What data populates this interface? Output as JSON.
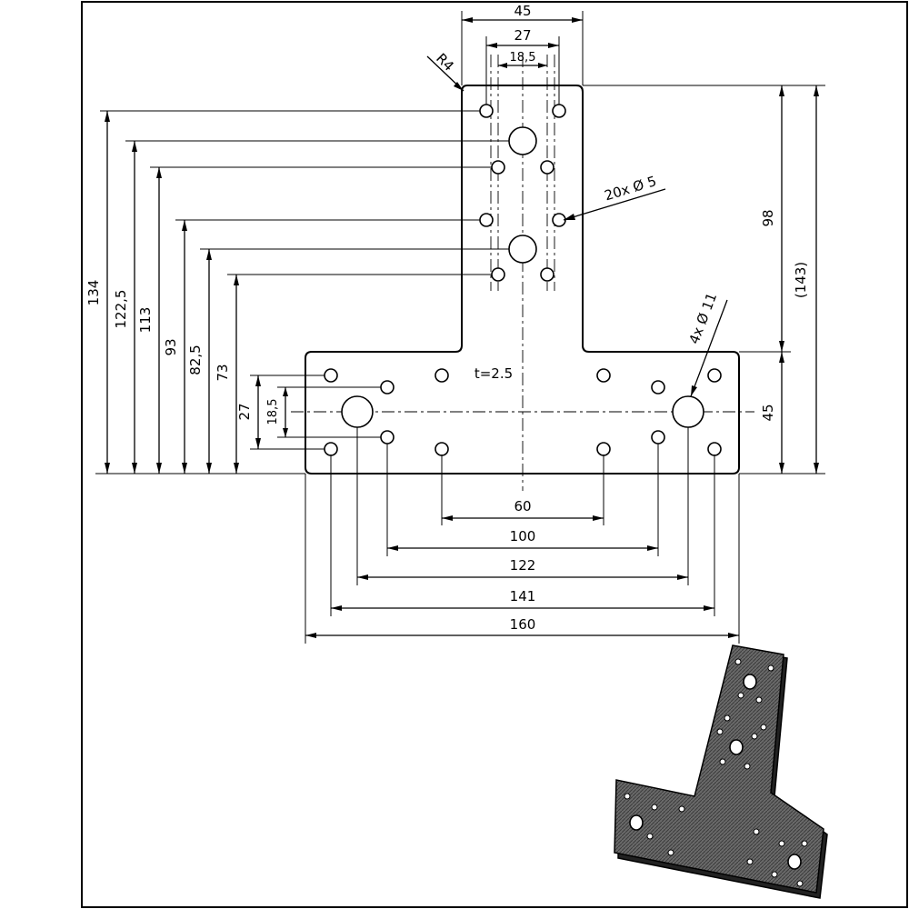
{
  "drawing": {
    "thickness_note": "t=2.5",
    "hole_note_small": "20x  Ø 5",
    "hole_note_large": "4x  Ø 11",
    "radius_note": "R4",
    "top_dims": [
      "45",
      "27",
      "18,5"
    ],
    "left_dims": [
      "134",
      "122,5",
      "113",
      "93",
      "82,5",
      "73",
      "27",
      "18,5"
    ],
    "right_dims": [
      "98",
      "(143)",
      "45"
    ],
    "bottom_dims": [
      "60",
      "100",
      "122",
      "141",
      "160"
    ]
  },
  "colors": {
    "line": "#000000",
    "plate_fill": "#ffffff",
    "iso_fill": "#555555"
  }
}
